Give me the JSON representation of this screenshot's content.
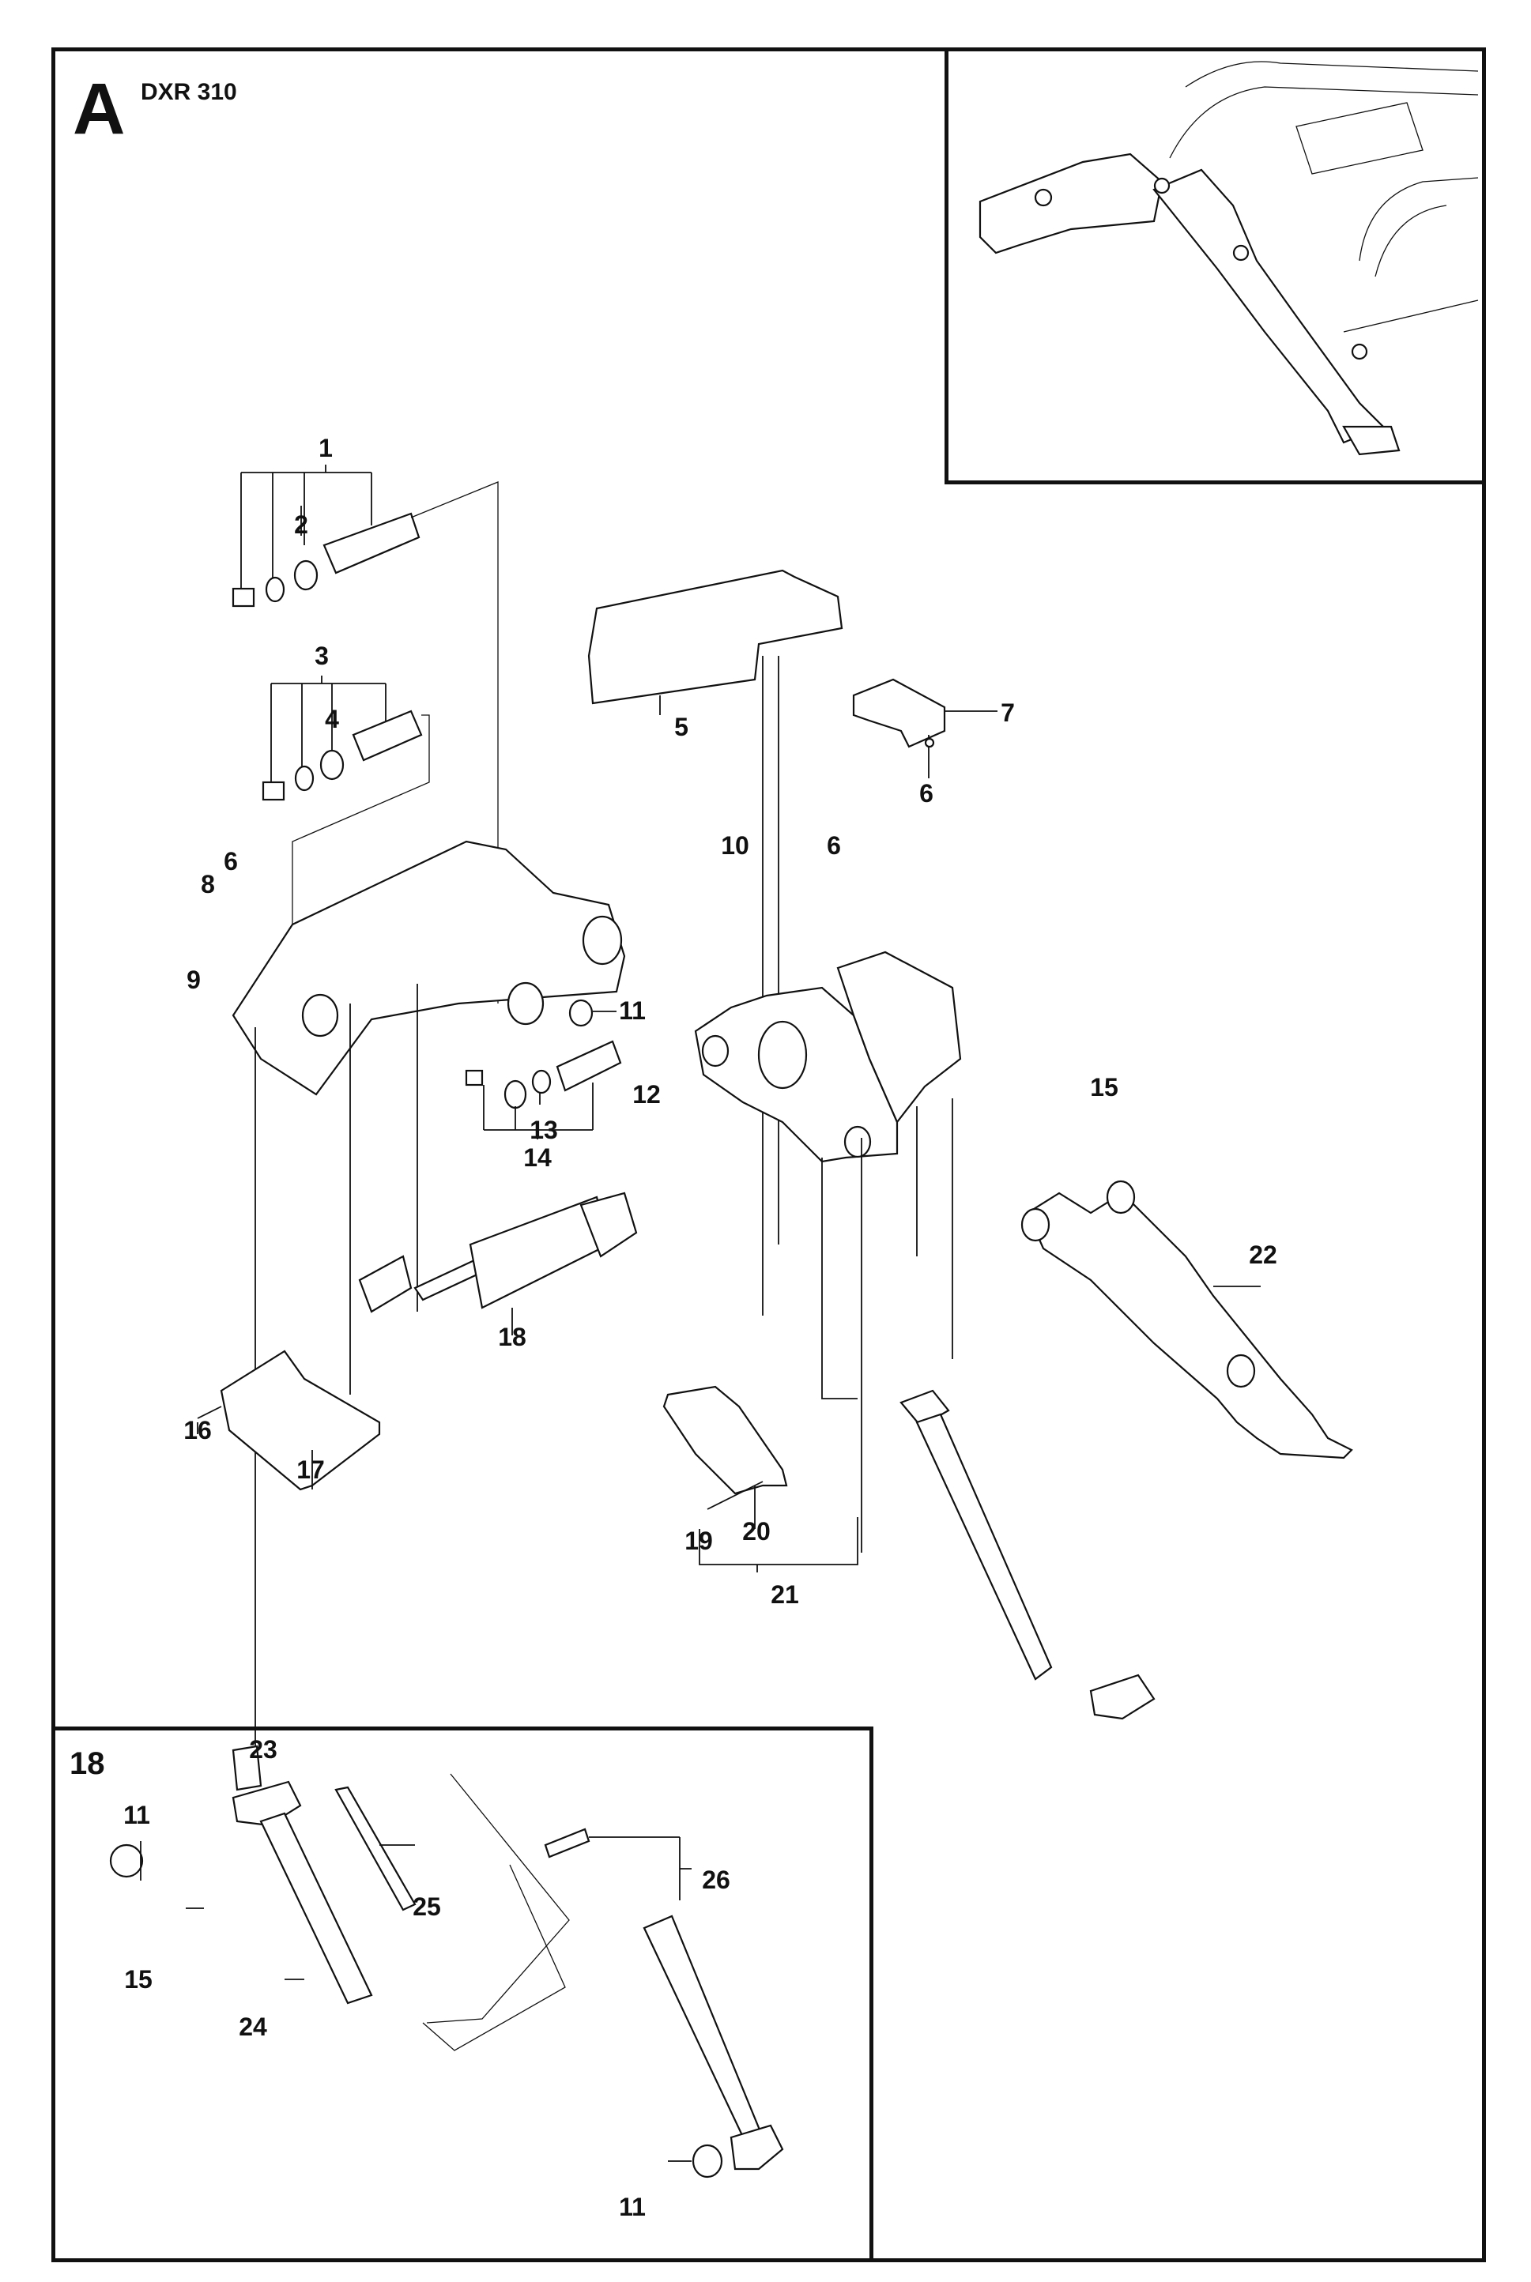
{
  "diagram": {
    "section_letter": "A",
    "model": "DXR 310",
    "detail_inset_title": "18",
    "callouts": [
      {
        "id": "c1",
        "label": "1"
      },
      {
        "id": "c2",
        "label": "2"
      },
      {
        "id": "c3",
        "label": "3"
      },
      {
        "id": "c4",
        "label": "4"
      },
      {
        "id": "c5",
        "label": "5"
      },
      {
        "id": "c6a",
        "label": "6"
      },
      {
        "id": "c6b",
        "label": "6"
      },
      {
        "id": "c6c",
        "label": "6"
      },
      {
        "id": "c7",
        "label": "7"
      },
      {
        "id": "c8",
        "label": "8"
      },
      {
        "id": "c9",
        "label": "9"
      },
      {
        "id": "c10",
        "label": "10"
      },
      {
        "id": "c11",
        "label": "11"
      },
      {
        "id": "c12",
        "label": "12"
      },
      {
        "id": "c13",
        "label": "13"
      },
      {
        "id": "c14",
        "label": "14"
      },
      {
        "id": "c15",
        "label": "15"
      },
      {
        "id": "c16",
        "label": "16"
      },
      {
        "id": "c17",
        "label": "17"
      },
      {
        "id": "c18",
        "label": "18"
      },
      {
        "id": "c19",
        "label": "19"
      },
      {
        "id": "c20",
        "label": "20"
      },
      {
        "id": "c21",
        "label": "21"
      },
      {
        "id": "c22",
        "label": "22"
      }
    ],
    "detail_callouts": [
      {
        "id": "d23",
        "label": "23"
      },
      {
        "id": "d11a",
        "label": "11"
      },
      {
        "id": "d25",
        "label": "25"
      },
      {
        "id": "d26",
        "label": "26"
      },
      {
        "id": "d15",
        "label": "15"
      },
      {
        "id": "d24",
        "label": "24"
      },
      {
        "id": "d11b",
        "label": "11"
      }
    ]
  }
}
